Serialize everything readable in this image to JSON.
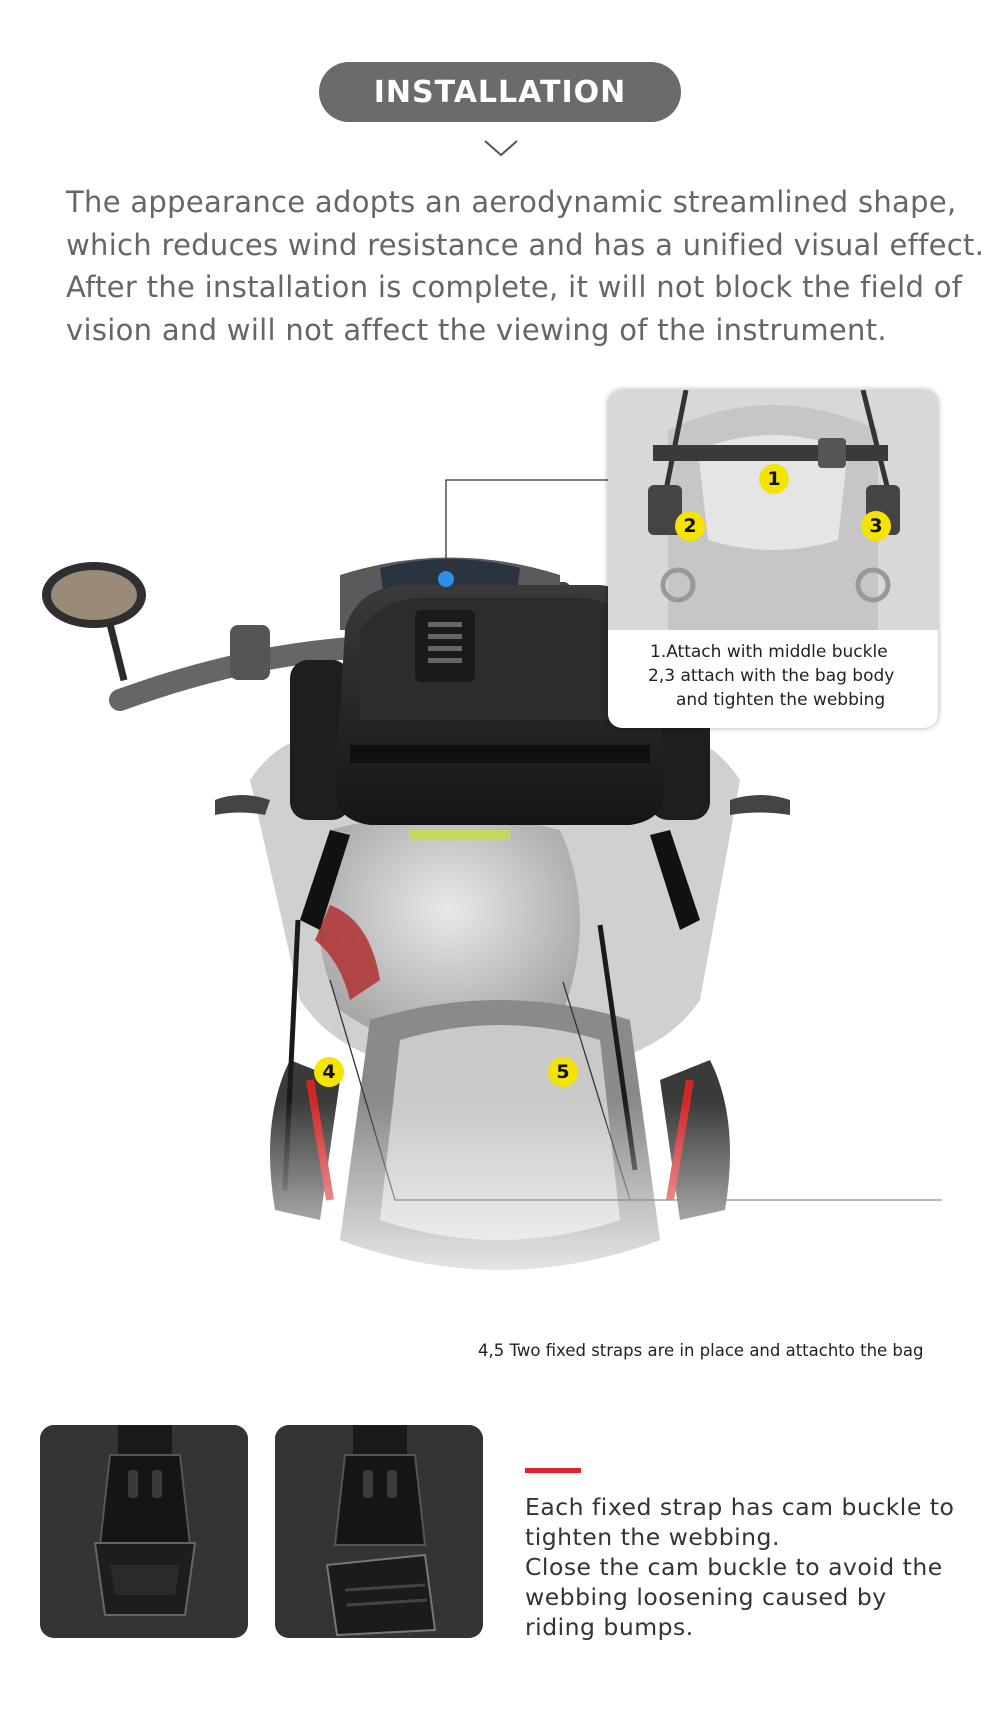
{
  "header": {
    "title": "INSTALLATION"
  },
  "intro": {
    "lines": [
      "The appearance adopts an aerodynamic streamlined shape,",
      "which reduces wind resistance and has a unified visual effect.",
      "After the installation is complete, it will not block the field of",
      "vision and will not affect the viewing of the instrument."
    ]
  },
  "callout": {
    "badges": [
      "1",
      "2",
      "3"
    ],
    "steps": [
      "1.Attach with middle buckle",
      "2,3 attach with the bag body",
      "and tighten the webbing"
    ]
  },
  "main_image": {
    "badges": [
      "4",
      "5"
    ],
    "strap_note": "4,5 Two fixed straps are in place and attachto the bag"
  },
  "cam_section": {
    "lines": [
      "Each fixed strap has cam buckle to",
      "tighten the webbing.",
      "Close the cam buckle to avoid the",
      "webbing loosening caused by",
      "riding bumps."
    ]
  },
  "colors": {
    "pill": "#6b6b6b",
    "badge": "#f5e400",
    "accent_red": "#e0232a",
    "intro_text": "#666666"
  }
}
